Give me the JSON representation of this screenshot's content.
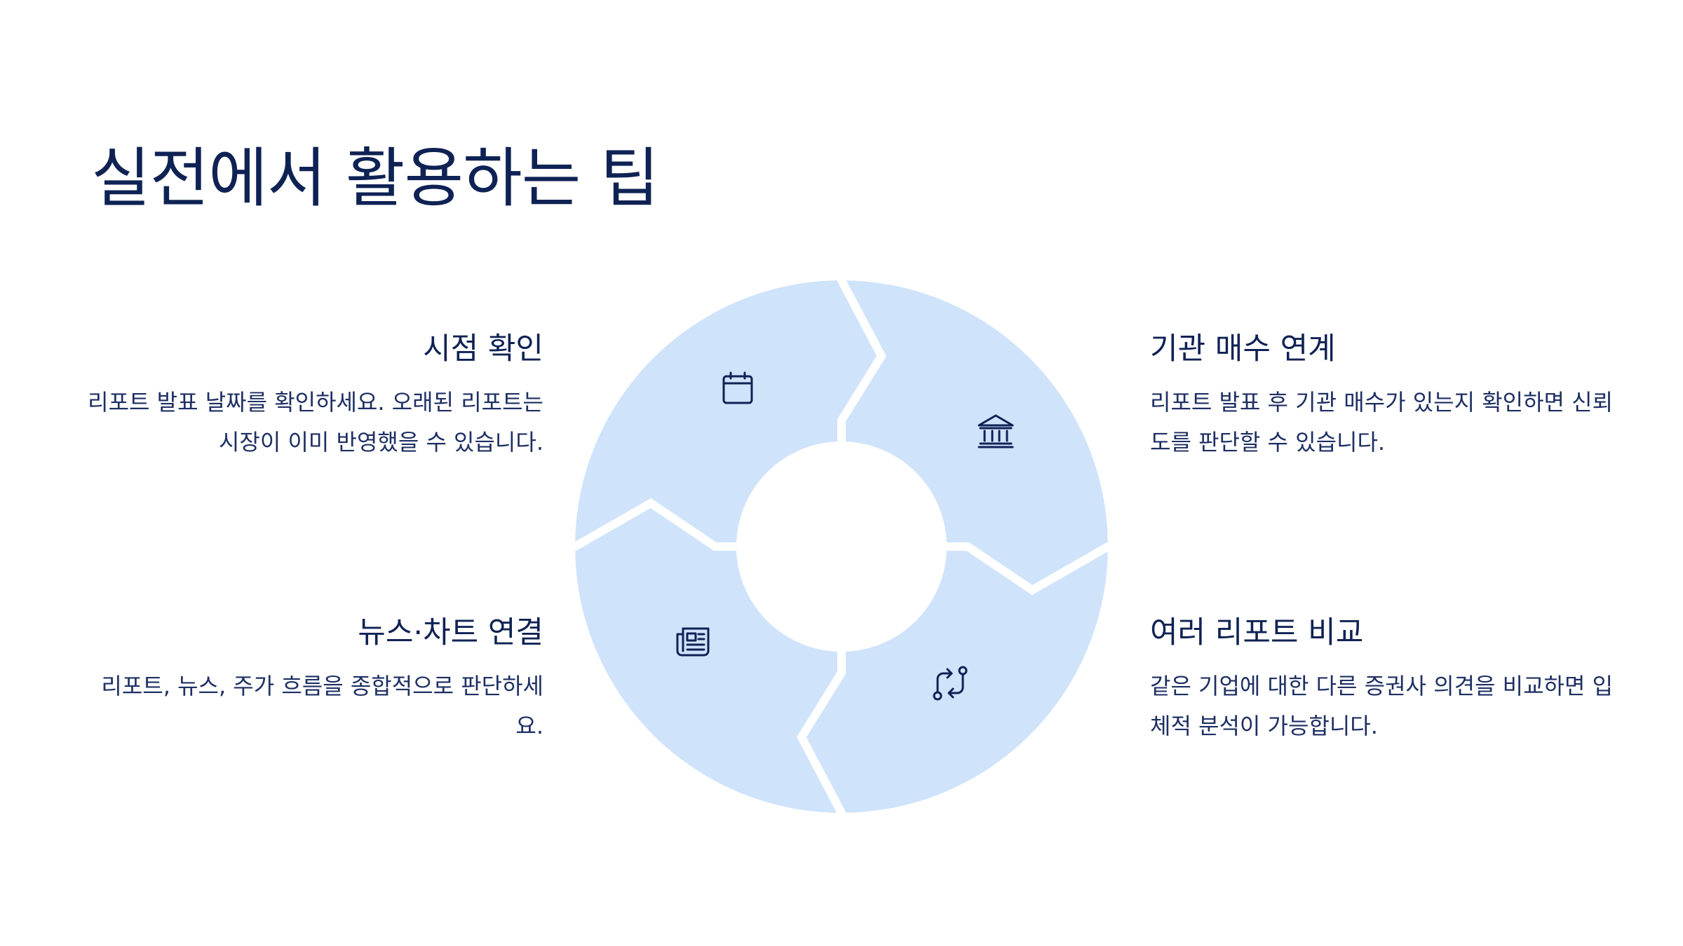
{
  "title": "실전에서 활용하는 팁",
  "colors": {
    "segment_fill": "#cfe3fb",
    "text_dark": "#0f2254",
    "icon_stroke": "#0f2254",
    "separator": "#ffffff"
  },
  "items": {
    "top_left": {
      "heading": "시점 확인",
      "body": "리포트 발표 날짜를 확인하세요. 오래된 리포트는 시장이 이미 반영했을 수 있습니다.",
      "icon": "calendar-icon"
    },
    "top_right": {
      "heading": "기관 매수 연계",
      "body": "리포트 발표 후 기관 매수가 있는지 확인하면 신뢰도를 판단할 수 있습니다.",
      "icon": "bank-icon"
    },
    "bottom_right": {
      "heading": "여러 리포트 비교",
      "body": "같은 기업에 대한 다른 증권사 의견을 비교하면 입체적 분석이 가능합니다.",
      "icon": "compare-arrows-icon"
    },
    "bottom_left": {
      "heading": "뉴스·차트 연결",
      "body": "리포트, 뉴스, 주가 흐름을 종합적으로 판단하세요.",
      "icon": "newspaper-icon"
    }
  }
}
